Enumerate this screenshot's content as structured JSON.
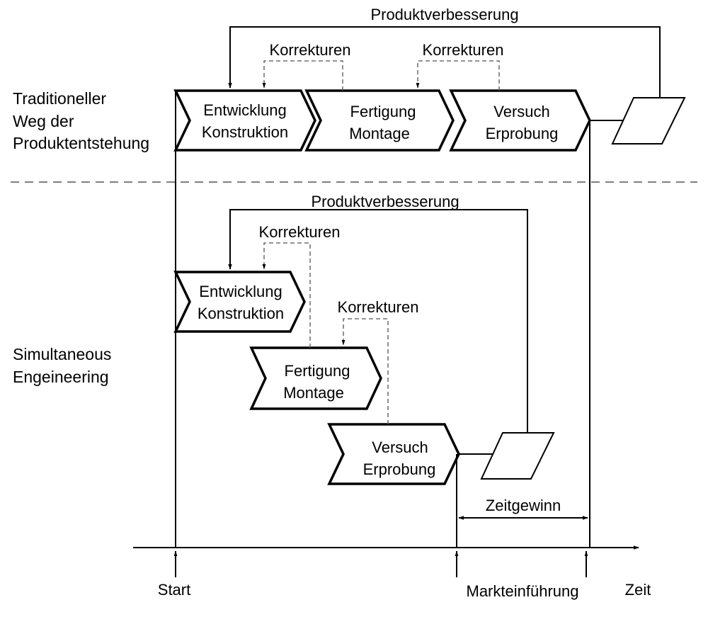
{
  "traditional": {
    "label": [
      "Traditioneller",
      "Weg der",
      "Produktentstehung"
    ],
    "steps": [
      [
        "Entwicklung",
        "Konstruktion"
      ],
      [
        "Fertigung",
        "Montage"
      ],
      [
        "Versuch",
        "Erprobung"
      ]
    ],
    "feedback": "Produktverbesserung",
    "corrections": [
      "Korrekturen",
      "Korrekturen"
    ]
  },
  "simultaneous": {
    "label": [
      "Simultaneous",
      "Engeineering"
    ],
    "steps": [
      [
        "Entwicklung",
        "Konstruktion"
      ],
      [
        "Fertigung",
        "Montage"
      ],
      [
        "Versuch",
        "Erprobung"
      ]
    ],
    "feedback": "Produktverbesserung",
    "corrections": [
      "Korrekturen",
      "Korrekturen"
    ]
  },
  "timeline": {
    "gain": "Zeitgewinn",
    "start": "Start",
    "market": "Markteinführung",
    "axis": "Zeit"
  }
}
